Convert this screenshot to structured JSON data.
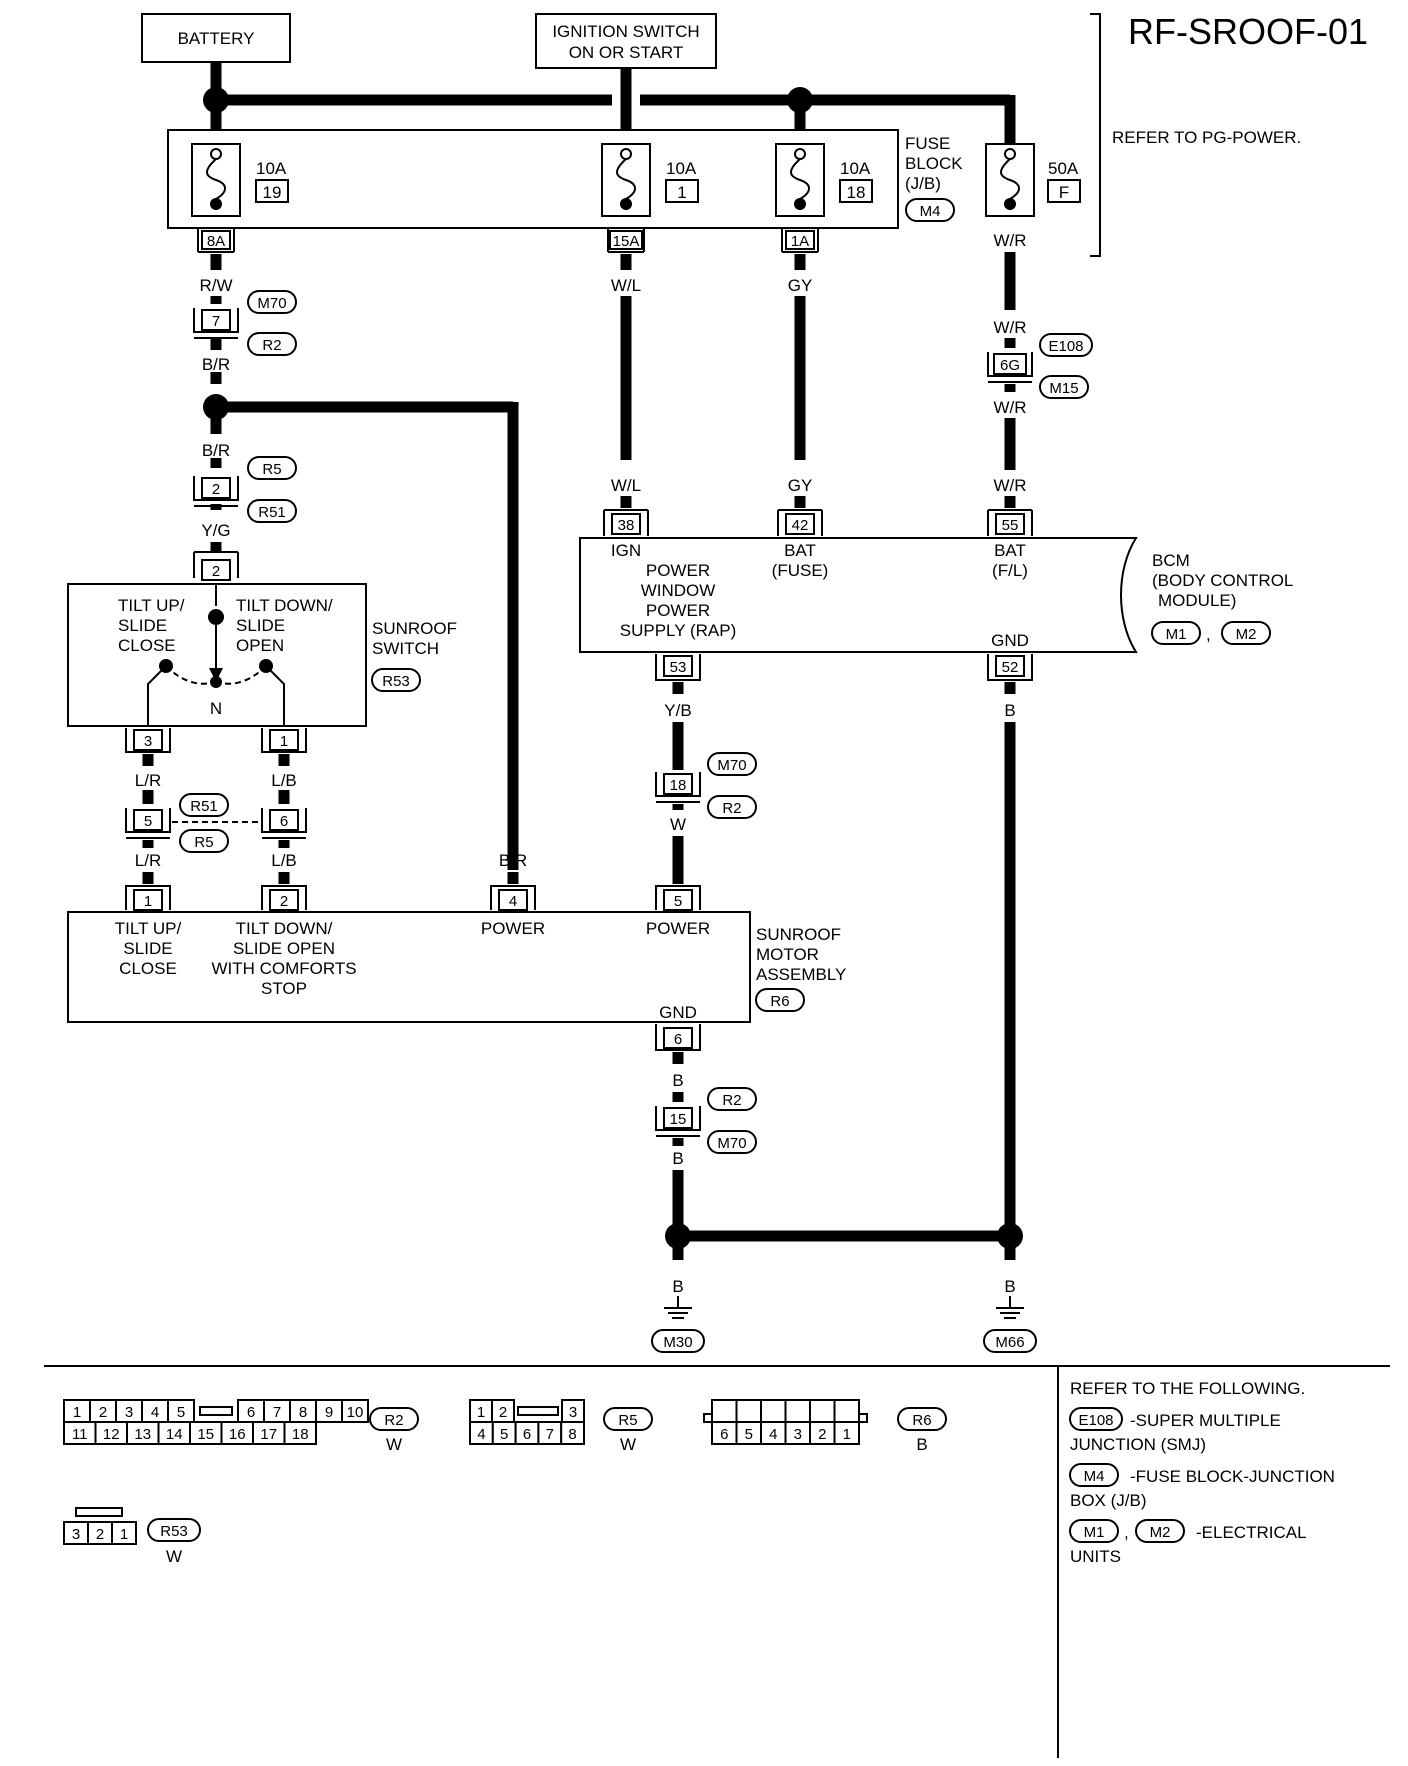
{
  "title": "RF-SROOF-01",
  "refer_pg_power": "REFER TO PG-POWER.",
  "sources": {
    "battery": "BATTERY",
    "ignition_l1": "IGNITION SWITCH",
    "ignition_l2": "ON OR START"
  },
  "fuse_block": {
    "label_l1": "FUSE",
    "label_l2": "BLOCK",
    "label_l3": "(J/B)",
    "connector": "M4",
    "fuses": [
      {
        "amps": "10A",
        "number": "19"
      },
      {
        "amps": "10A",
        "number": "1"
      },
      {
        "amps": "10A",
        "number": "18"
      },
      {
        "amps": "50A",
        "number": "F"
      }
    ],
    "terminals": [
      "8A",
      "15A",
      "1A"
    ]
  },
  "wires": {
    "rw": "R/W",
    "br": "B/R",
    "yg": "Y/G",
    "wl": "W/L",
    "gy": "GY",
    "wr": "W/R",
    "lr": "L/R",
    "lb": "L/B",
    "yb": "Y/B",
    "w": "W",
    "b": "B"
  },
  "connectors": {
    "m70": "M70",
    "r2": "R2",
    "r5": "R5",
    "r51": "R51",
    "e108": "E108",
    "m15": "M15",
    "r53": "R53",
    "r6": "R6",
    "m1": "M1",
    "m2": "M2",
    "m30": "M30",
    "m66": "M66"
  },
  "pins": {
    "p7": "7",
    "p2": "2",
    "p6g": "6G",
    "p38": "38",
    "p42": "42",
    "p55": "55",
    "p53": "53",
    "p52": "52",
    "p18": "18",
    "p3": "3",
    "p1": "1",
    "p5": "5",
    "p6": "6",
    "p4": "4",
    "p15": "15"
  },
  "bcm": {
    "name_l1": "BCM",
    "name_l2": "(BODY CONTROL",
    "name_l3": "MODULE)",
    "ign": "IGN",
    "pw_l1": "POWER",
    "pw_l2": "WINDOW",
    "pw_l3": "POWER",
    "pw_l4": "SUPPLY (RAP)",
    "bat": "BAT",
    "fuse": "(FUSE)",
    "fl": "(F/L)",
    "gnd": "GND"
  },
  "sunroof_switch": {
    "name_l1": "SUNROOF",
    "name_l2": "SWITCH",
    "tilt_up_l1": "TILT UP/",
    "tilt_up_l2": "SLIDE",
    "tilt_up_l3": "CLOSE",
    "tilt_down_l1": "TILT DOWN/",
    "tilt_down_l2": "SLIDE",
    "tilt_down_l3": "OPEN",
    "neutral": "N"
  },
  "motor": {
    "name_l1": "SUNROOF",
    "name_l2": "MOTOR",
    "name_l3": "ASSEMBLY",
    "p1_l1": "TILT UP/",
    "p1_l2": "SLIDE",
    "p1_l3": "CLOSE",
    "p2_l1": "TILT DOWN/",
    "p2_l2": "SLIDE OPEN",
    "p2_l3": "WITH COMFORTS",
    "p2_l4": "STOP",
    "power": "POWER",
    "gnd": "GND"
  },
  "connector_views": {
    "r2_top": [
      "1",
      "2",
      "3",
      "4",
      "5",
      "6",
      "7",
      "8",
      "9",
      "10"
    ],
    "r2_bottom": [
      "11",
      "12",
      "13",
      "14",
      "15",
      "16",
      "17",
      "18"
    ],
    "r5_top": [
      "1",
      "2",
      "3"
    ],
    "r5_bottom": [
      "4",
      "5",
      "6",
      "7",
      "8"
    ],
    "r6_pins": [
      "6",
      "5",
      "4",
      "3",
      "2",
      "1"
    ],
    "r53_pins": [
      "3",
      "2",
      "1"
    ],
    "color_w": "W",
    "color_b": "B"
  },
  "legend": {
    "heading": "REFER TO THE FOLLOWING.",
    "e108_l1": "-SUPER MULTIPLE",
    "e108_l2": "JUNCTION (SMJ)",
    "m4_l1": "-FUSE BLOCK-JUNCTION",
    "m4_l2": "BOX (J/B)",
    "m_l1": "-ELECTRICAL",
    "m_l2": "UNITS",
    "comma": ","
  }
}
